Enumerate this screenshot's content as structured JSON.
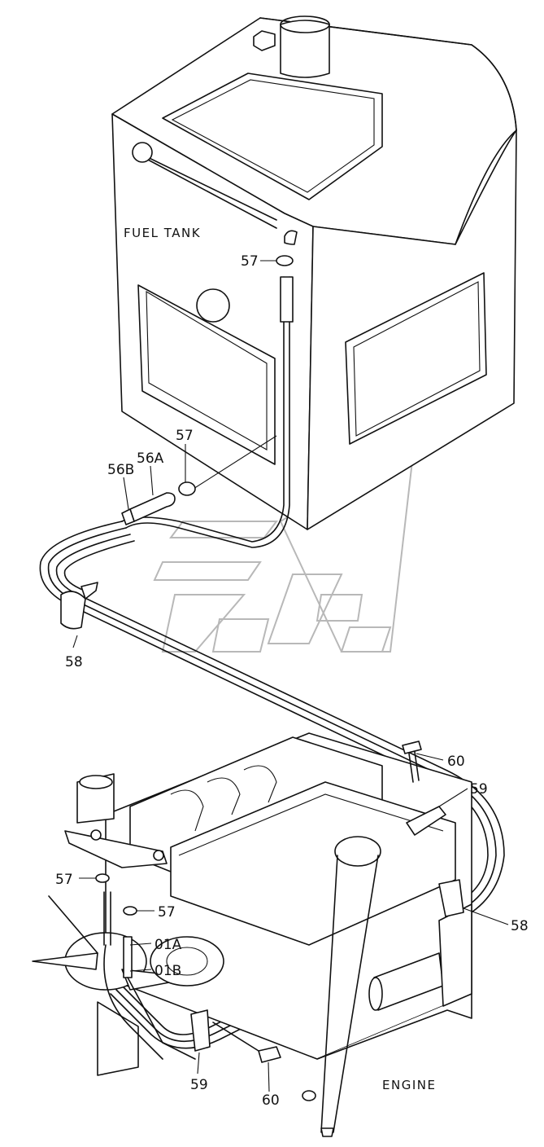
{
  "diagram": {
    "labels": {
      "fuel_tank": "FUEL TANK",
      "engine": "ENGINE"
    },
    "callouts": [
      {
        "id": "c57a",
        "text": "57"
      },
      {
        "id": "c57b",
        "text": "57"
      },
      {
        "id": "c56b",
        "text": "56B"
      },
      {
        "id": "c56a",
        "text": "56A"
      },
      {
        "id": "c58a",
        "text": "58"
      },
      {
        "id": "c60a",
        "text": "60"
      },
      {
        "id": "c59a",
        "text": "59"
      },
      {
        "id": "c57c",
        "text": "57"
      },
      {
        "id": "c57d",
        "text": "57"
      },
      {
        "id": "c58b",
        "text": "58"
      },
      {
        "id": "c01a",
        "text": "01A"
      },
      {
        "id": "c01b",
        "text": "01B"
      },
      {
        "id": "c59b",
        "text": "59"
      },
      {
        "id": "c60b",
        "text": "60"
      }
    ]
  }
}
